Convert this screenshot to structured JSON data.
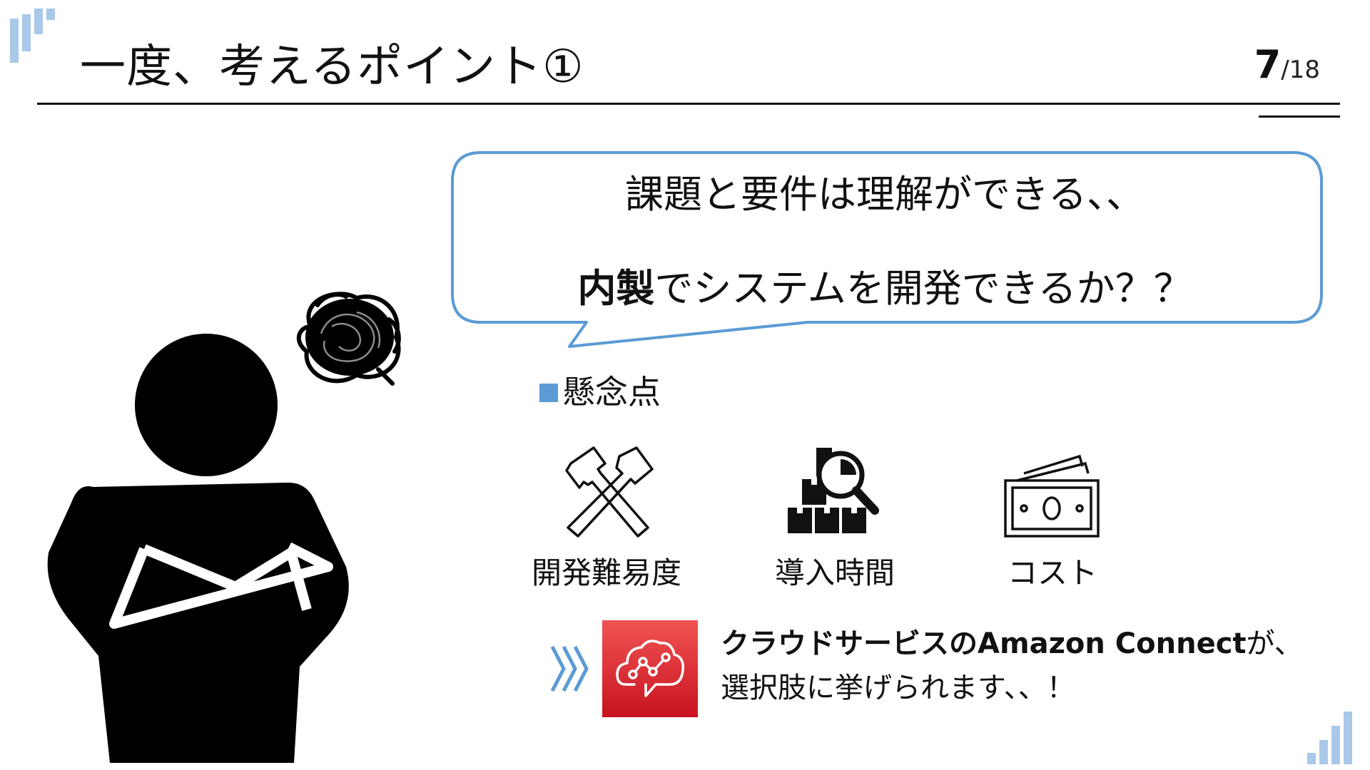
{
  "header": {
    "title": "一度、考えるポイント①",
    "page_current": "7",
    "page_total": "/18"
  },
  "bubble": {
    "line1": "課題と要件は理解ができる、、",
    "line2_bold": "内製",
    "line2_rest": "でシステムを開発できるか？？"
  },
  "concerns": {
    "heading": "懸念点",
    "items": [
      {
        "label": "開発難易度",
        "icon": "hammer-pick-icon"
      },
      {
        "label": "導入時間",
        "icon": "boxes-magnifier-icon"
      },
      {
        "label": "コスト",
        "icon": "money-bills-icon"
      }
    ]
  },
  "conclusion": {
    "brand": "クラウドサービスのAmazon Connect",
    "suffix": "が、",
    "line2": "選択肢に挙げられます、、！"
  },
  "colors": {
    "accent_blue": "#5b9bd5",
    "light_blue": "#a9c8ea",
    "aws_red_top": "#f15454",
    "aws_red_bottom": "#c7131f",
    "text": "#111111"
  }
}
